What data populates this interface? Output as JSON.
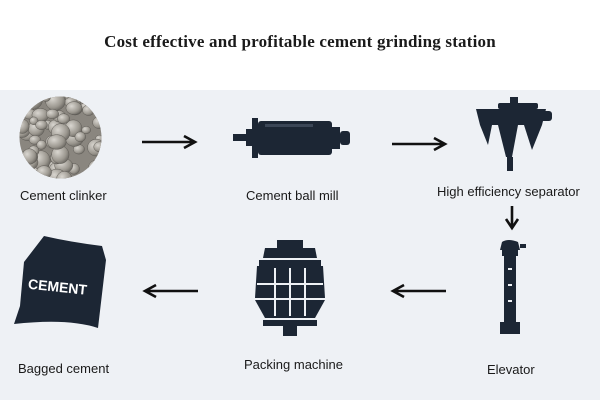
{
  "title": "Cost effective and profitable cement grinding station",
  "colors": {
    "background": "#ffffff",
    "panel": "#eef1f5",
    "machine": "#1c2634",
    "arrow": "#111111"
  },
  "steps": [
    {
      "label": "Cement clinker",
      "icon": "clinker-pile-icon"
    },
    {
      "label": "Cement ball mill",
      "icon": "ball-mill-icon"
    },
    {
      "label": "High efficiency separator",
      "icon": "separator-icon"
    },
    {
      "label": "Elevator",
      "icon": "bucket-elevator-icon"
    },
    {
      "label": "Packing machine",
      "icon": "packing-machine-icon"
    },
    {
      "label": "Bagged cement",
      "icon": "cement-bag-icon",
      "bag_text": "CEMENT"
    }
  ]
}
